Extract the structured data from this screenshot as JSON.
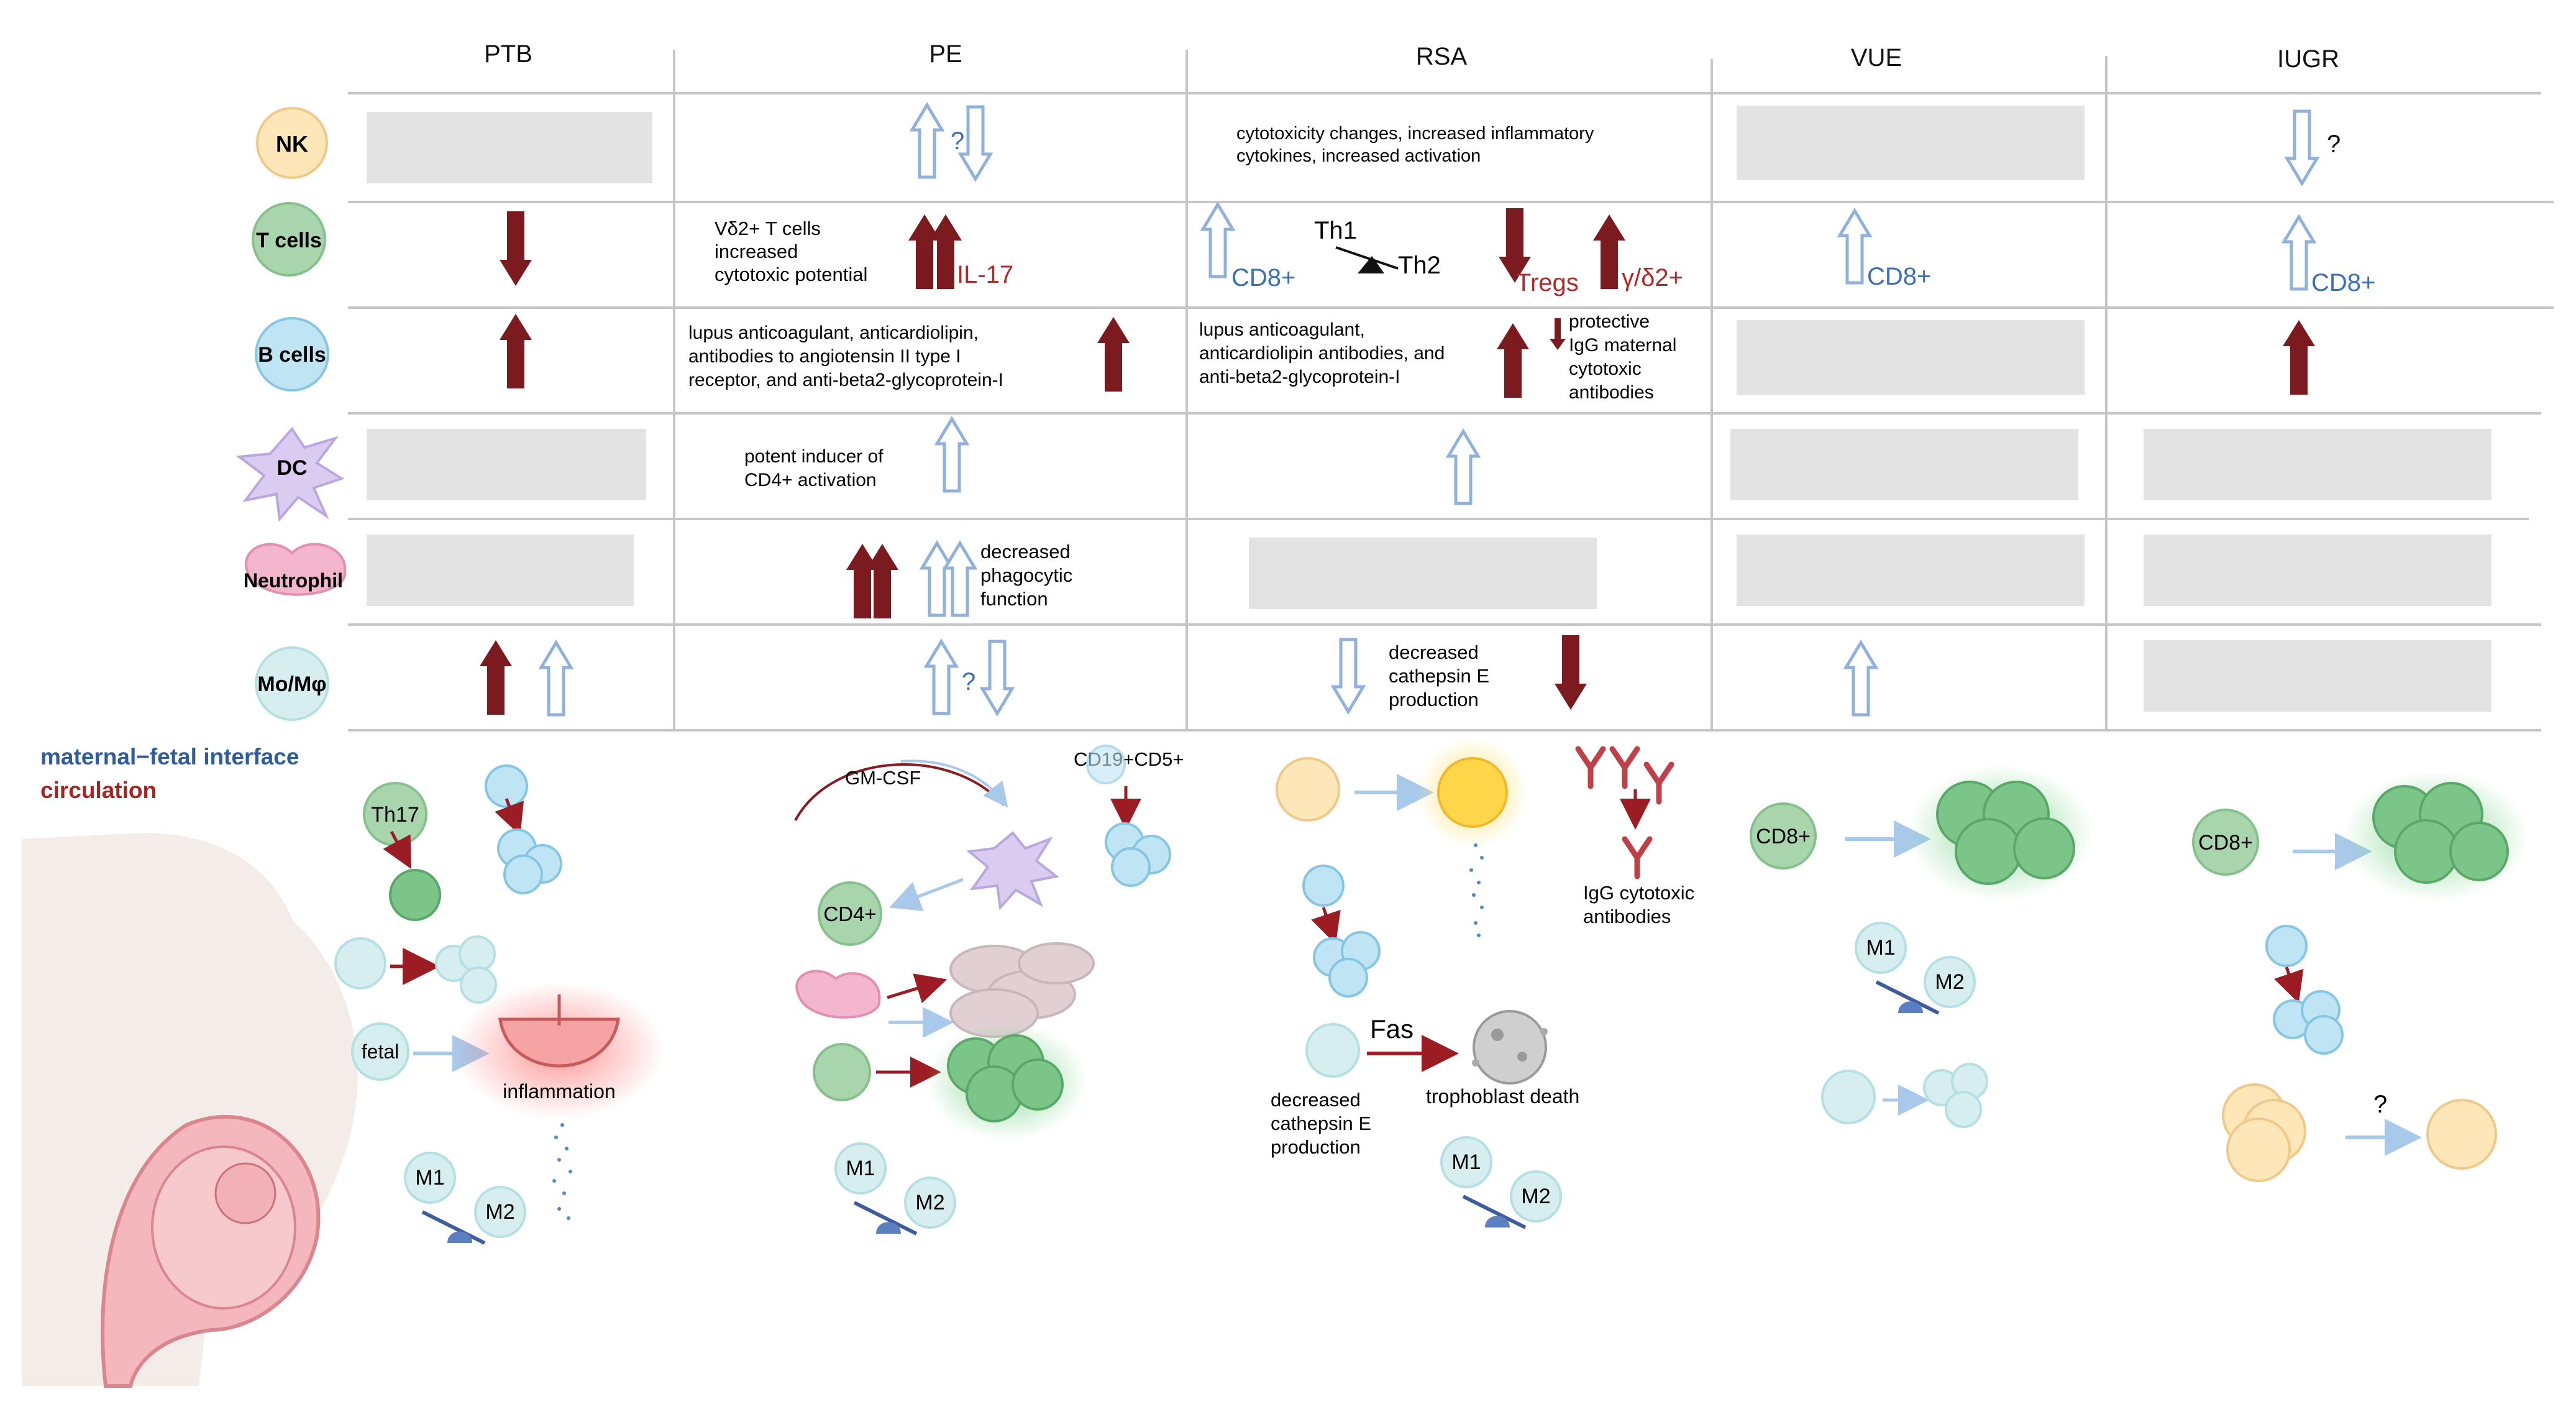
{
  "columns": {
    "ptb": "PTB",
    "pe": "PE",
    "rsa": "RSA",
    "vue": "VUE",
    "iugr": "IUGR"
  },
  "rows": {
    "nk": "NK",
    "t": "T cells",
    "b": "B cells",
    "dc": "DC",
    "neut": "Neutrophil",
    "mo": "Mo/Mφ"
  },
  "cells": {
    "q": "?",
    "pe_t_1": "Vδ2+ T cells",
    "pe_t_2": "increased",
    "pe_t_3": "cytotoxic potential",
    "il17": "IL-17",
    "pe_b_1": "lupus anticoagulant, anticardiolipin,",
    "pe_b_2": "antibodies to angiotensin II type I",
    "pe_b_3": "receptor, and anti-beta2-glycoprotein-I",
    "pe_dc_1": "potent inducer of",
    "pe_dc_2": "CD4+ activation",
    "pe_neut_1": "decreased",
    "pe_neut_2": "phagocytic",
    "pe_neut_3": "function",
    "rsa_nk_1": "cytotoxicity changes, increased inflammatory",
    "rsa_nk_2": "cytokines, increased activation",
    "cd8": "CD8+",
    "th1": "Th1",
    "th2": "Th2",
    "tregs": "Tregs",
    "gd2": "γ/δ2+",
    "rsa_b_1": "lupus anticoagulant,",
    "rsa_b_2": "anticardiolipin antibodies, and",
    "rsa_b_3": "anti-beta2-glycoprotein-I",
    "rsa_b_4": "protective",
    "rsa_b_5": "IgG maternal",
    "rsa_b_6": "cytotoxic",
    "rsa_b_7": "antibodies",
    "rsa_mo_1": "decreased",
    "rsa_mo_2": "cathepsin E",
    "rsa_mo_3": "production"
  },
  "legend": {
    "interface": "maternal−fetal interface",
    "circulation": "circulation"
  },
  "bottom": {
    "th17": "Th17",
    "fetal": "fetal",
    "inflammation": "inflammation",
    "m1": "M1",
    "m2": "M2",
    "gmcsf": "GM-CSF",
    "cd19": "CD19+CD5+",
    "cd4": "CD4+",
    "igg_1": "IgG cytotoxic",
    "igg_2": "antibodies",
    "fas": "Fas",
    "death": "trophoblast death",
    "dec_1": "decreased",
    "dec_2": "cathepsin E",
    "dec_3": "production",
    "cd8": "CD8+",
    "q": "?"
  },
  "colors": {
    "arrow_up_dark": "#7b1a1f",
    "arrow_outline": "#8fb1dc",
    "placeholder": "#e3e3e3",
    "grid": "#c6c6c6",
    "legend_blue": "#2e5c9e",
    "legend_red": "#a52424",
    "label_blue": "#3b6fb6",
    "label_red": "#b02a2a"
  }
}
